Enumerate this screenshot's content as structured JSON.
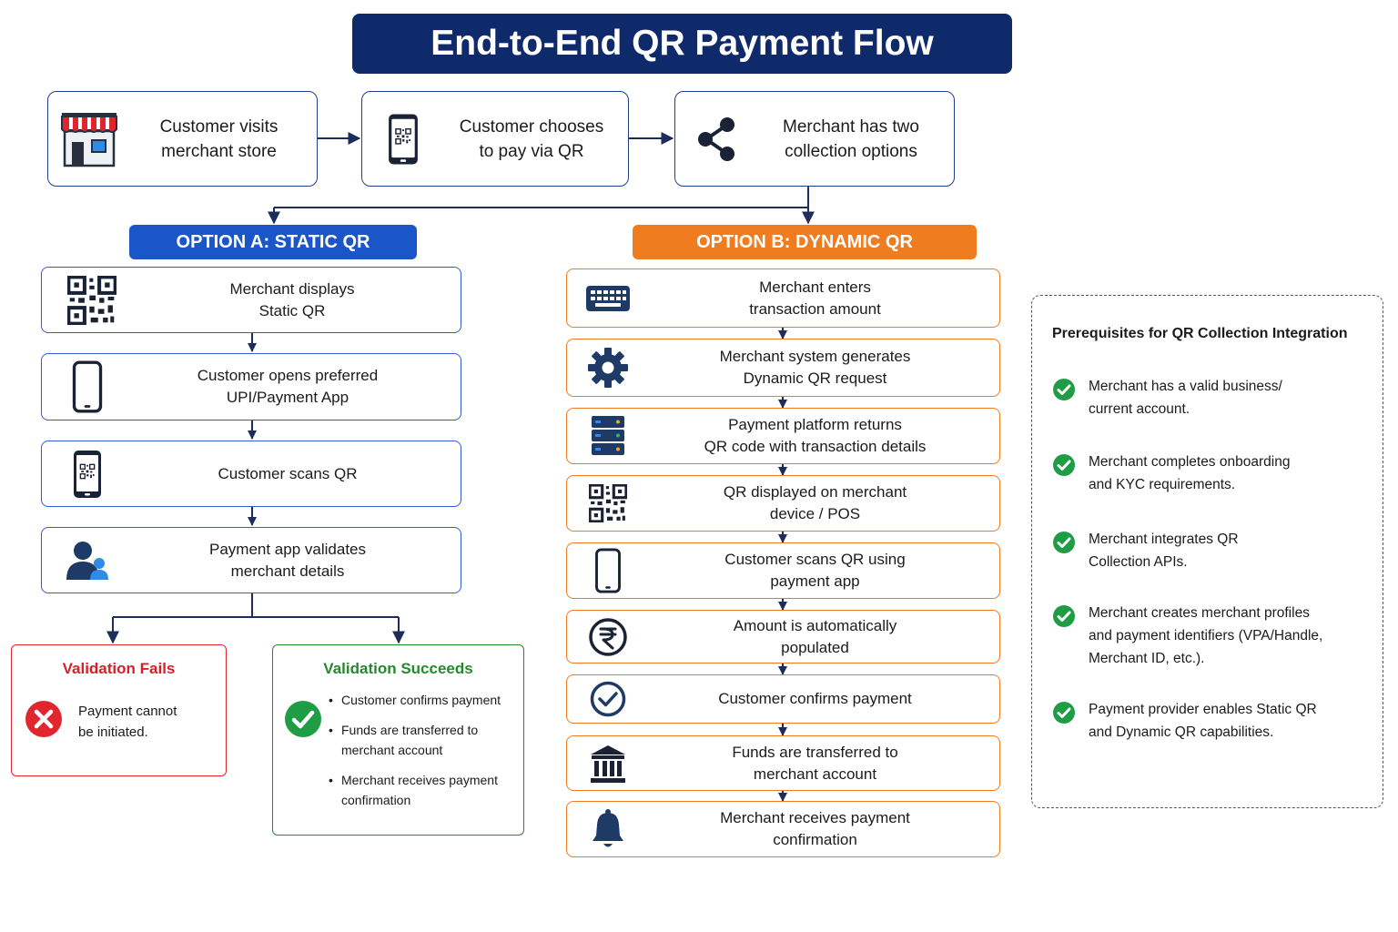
{
  "title": "End-to-End QR Payment Flow",
  "top_flow": [
    {
      "text": "Customer visits\nmerchant store",
      "icon": "store-icon"
    },
    {
      "text": "Customer chooses\nto pay via QR",
      "icon": "phone-qr-icon"
    },
    {
      "text": "Merchant has two\ncollection options",
      "icon": "share-icon"
    }
  ],
  "option_a": {
    "label": "OPTION A: STATIC QR",
    "color": "#1a56c8",
    "steps": [
      {
        "text": "Merchant displays\nStatic QR",
        "icon": "qr-code-icon"
      },
      {
        "text": "Customer opens preferred\nUPI/Payment App",
        "icon": "smartphone-icon"
      },
      {
        "text": "Customer scans QR",
        "icon": "phone-qr-icon"
      },
      {
        "text": "Payment app validates\nmerchant details",
        "icon": "user-icon"
      }
    ],
    "fail": {
      "title": "Validation Fails",
      "text": "Payment cannot\nbe initiated.",
      "color": "#d91f26"
    },
    "success": {
      "title": "Validation Succeeds",
      "color": "#238a2e",
      "items": [
        "Customer confirms payment",
        "Funds are transferred to\nmerchant account",
        "Merchant receives payment\nconfirmation"
      ]
    }
  },
  "option_b": {
    "label": "OPTION B: DYNAMIC QR",
    "color": "#ef7d1f",
    "steps": [
      {
        "text": "Merchant enters\ntransaction amount",
        "icon": "keyboard-icon"
      },
      {
        "text": "Merchant system generates\nDynamic QR request",
        "icon": "gear-icon"
      },
      {
        "text": "Payment platform returns\nQR code with transaction details",
        "icon": "server-icon"
      },
      {
        "text": "QR displayed on merchant\ndevice / POS",
        "icon": "qr-code-icon"
      },
      {
        "text": "Customer scans QR using\npayment app",
        "icon": "smartphone-icon"
      },
      {
        "text": "Amount is automatically\npopulated",
        "icon": "rupee-icon"
      },
      {
        "text": "Customer confirms payment",
        "icon": "check-circle-icon"
      },
      {
        "text": "Funds are transferred to\nmerchant account",
        "icon": "bank-icon"
      },
      {
        "text": "Merchant receives payment\nconfirmation",
        "icon": "bell-icon"
      }
    ]
  },
  "prerequisites": {
    "title": "Prerequisites for QR Collection Integration",
    "items": [
      "Merchant has a valid business/\ncurrent account.",
      "Merchant completes onboarding\nand KYC requirements.",
      "Merchant integrates QR\nCollection APIs.",
      "Merchant creates merchant profiles\nand payment identifiers (VPA/Handle,\nMerchant ID, etc.).",
      "Payment provider enables Static QR\nand Dynamic QR capabilities."
    ]
  },
  "colors": {
    "navy": "#0f2a6b",
    "blue_border": "#2f5bd4",
    "orange_border": "#f07a22",
    "check_green": "#1f9d45",
    "fail_red": "#e1262d"
  }
}
